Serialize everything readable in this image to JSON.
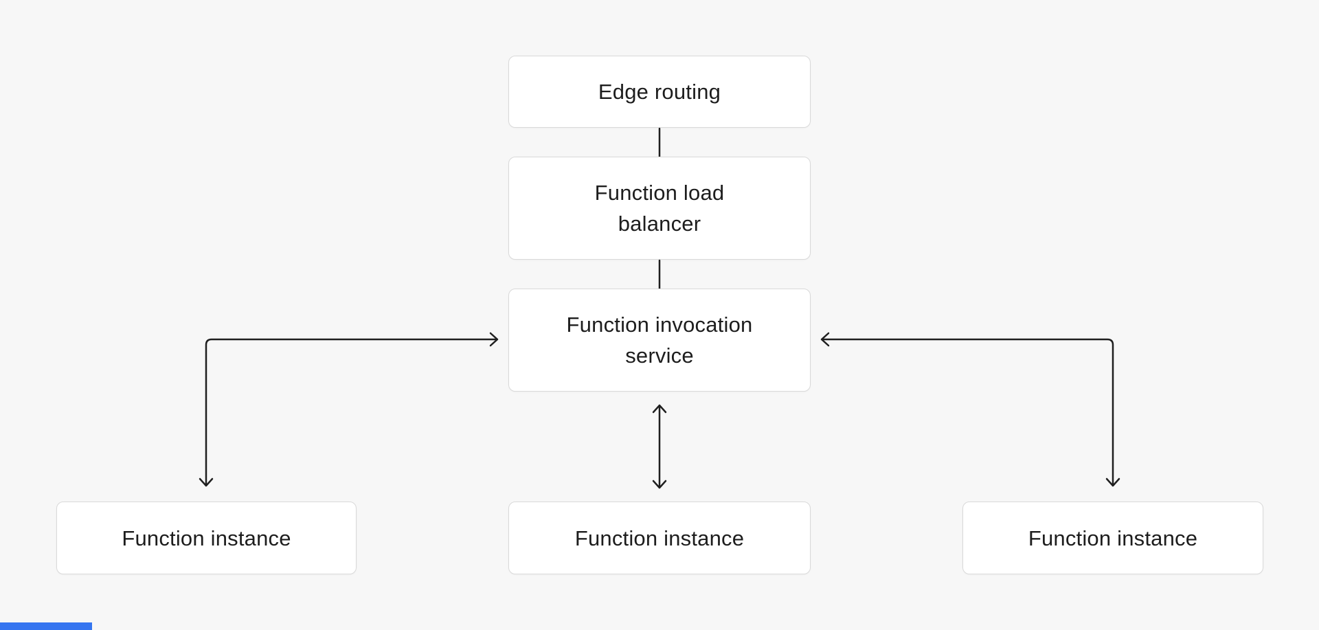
{
  "diagram": {
    "nodes": {
      "edge_routing": {
        "label": "Edge routing"
      },
      "function_load_balancer": {
        "label": "Function load\nbalancer"
      },
      "function_invocation_service": {
        "label": "Function invocation\nservice"
      },
      "function_instance_left": {
        "label": "Function instance"
      },
      "function_instance_center": {
        "label": "Function instance"
      },
      "function_instance_right": {
        "label": "Function instance"
      }
    },
    "edges": [
      {
        "from": "edge_routing",
        "to": "function_load_balancer",
        "style": "plain-line"
      },
      {
        "from": "function_load_balancer",
        "to": "function_invocation_service",
        "style": "plain-line"
      },
      {
        "from": "function_invocation_service",
        "to": "function_instance_center",
        "style": "double-headed-arrow"
      },
      {
        "from": "function_invocation_service",
        "to": "function_instance_left",
        "style": "elbow-double-headed-arrow"
      },
      {
        "from": "function_invocation_service",
        "to": "function_instance_right",
        "style": "elbow-double-headed-arrow"
      }
    ],
    "colors": {
      "background": "#f7f7f7",
      "node_fill": "#ffffff",
      "node_border": "#d9d9d9",
      "arrow": "#1f1f1f",
      "text": "#1d1d1d",
      "scrollbar_accent": "#3575f0"
    }
  }
}
